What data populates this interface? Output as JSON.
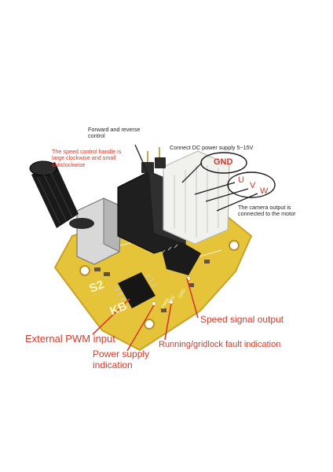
{
  "callouts": {
    "forward_reverse": [
      "Forward and reverse",
      "control"
    ],
    "speed_handle": [
      "The speed control handle is",
      "large clockwise and small",
      "anticlockwise"
    ],
    "connect_dc": "Connect DC power supply 5~15V",
    "gnd": "GND",
    "u": "U",
    "v": "V",
    "w": "W",
    "camera_output": [
      "The camera output is",
      "connected to the motor"
    ],
    "speed_signal": "Speed signal output",
    "external_pwm": "External PWM input",
    "fault_indication": "Running/gridlock fault indication",
    "power_supply": [
      "Power supply",
      "indication"
    ]
  },
  "board_silkscreen": {
    "s2": "S2",
    "kb": "KB",
    "gnd_mark": "GND",
    "pwm_mark": "PWM",
    "p5_mark": "P5V"
  },
  "colors": {
    "pcb": "#e6c43a",
    "pcb_edge": "#c9a22a",
    "knob": "#1a1a1a",
    "connector": "#f1f1ee",
    "red_text": "#d43a2a",
    "dark_text": "#222222"
  }
}
